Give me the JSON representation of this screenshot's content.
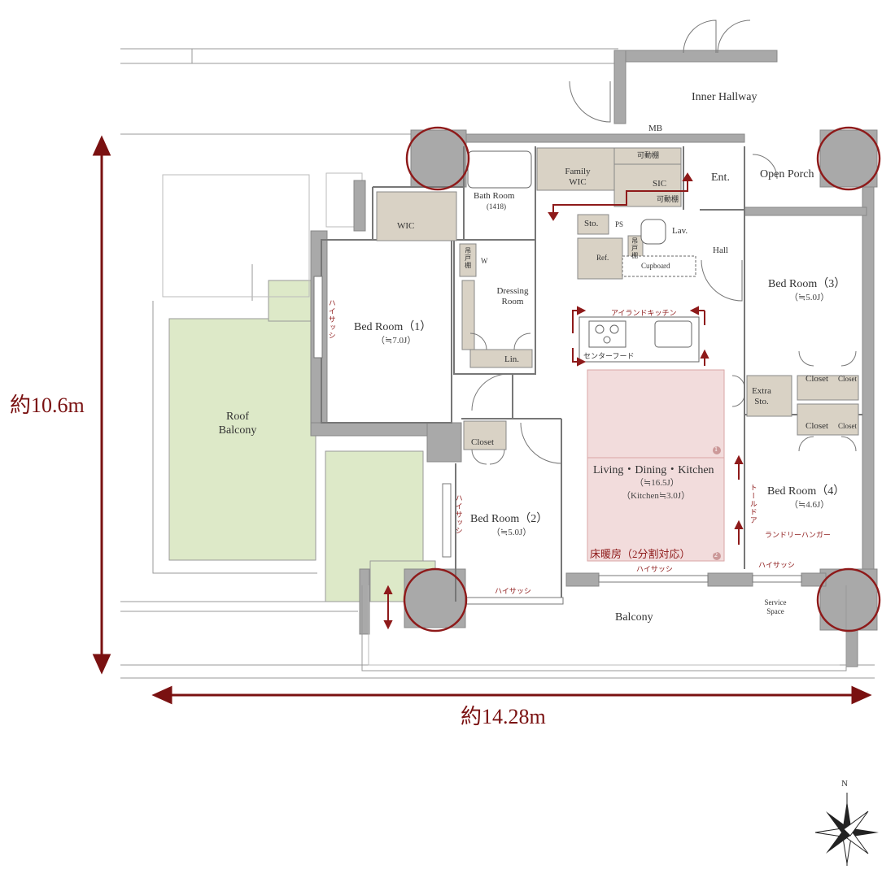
{
  "rooms": {
    "inner_hallway": "Inner Hallway",
    "mb": "MB",
    "open_porch": "Open Porch",
    "ent": "Ent.",
    "family_wic": "Family WIC",
    "sic": "SIC",
    "kadoudana_1": "可動棚",
    "kadoudana_2": "可動棚",
    "bath_room": "Bath Room",
    "bath_size": "(1418)",
    "wic": "WIC",
    "sto": "Sto.",
    "ps": "PS",
    "lav": "Lav.",
    "ref": "Ref.",
    "cupboard": "Cupboard",
    "hall": "Hall",
    "tana_1": "吊戸棚",
    "tana_2": "吊戸棚",
    "w": "W",
    "dressing_room": "Dressing Room",
    "lin": "Lin.",
    "bed1": "Bed Room（1）",
    "bed1_size": "（≒7.0J）",
    "bed2": "Bed Room（2）",
    "bed2_size": "（≒5.0J）",
    "bed3": "Bed Room（3）",
    "bed3_size": "（≒5.0J）",
    "bed4": "Bed Room（4）",
    "bed4_size": "（≒4.6J）",
    "closet_b2": "Closet",
    "closet_a": "Closet",
    "closet_b": "Closet",
    "closet_c": "Closet",
    "closet_d": "Closet",
    "extra_sto": "Extra Sto.",
    "ldk": "Living・Dining・Kitchen",
    "ldk_size": "（≒16.5J）",
    "kitchen_size": "（Kitchen≒3.0J）",
    "island_kitchen": "アイランドキッチン",
    "center_hood": "センターフード",
    "floor_heating": "床暖房（2分割対応）",
    "heat_zone_1": "1",
    "heat_zone_2": "2",
    "roof_balcony": "Roof Balcony",
    "balcony": "Balcony",
    "service_space": "Service Space",
    "hai_sash_1": "ハイサッシ",
    "hai_sash_2": "ハイサッシ",
    "hai_sash_3": "ハイサッシ",
    "hai_sash_4": "ハイサッシ",
    "hai_sash_5": "ハイサッシ",
    "tall_door": "トールドア",
    "laundry_hanger": "ランドリーハンガー"
  },
  "dimensions": {
    "height": "約10.6m",
    "width": "約14.28m"
  },
  "compass": {
    "north": "N"
  },
  "colors": {
    "wall": "#a9a9a9",
    "storage": "#d9d2c5",
    "ldk_fill": "#f2dcdc",
    "ldk_border": "#d9a6a6",
    "roof_green": "#dde9c8",
    "accent_red": "#8e1a1a",
    "column_circle": "#8e1a1a"
  }
}
